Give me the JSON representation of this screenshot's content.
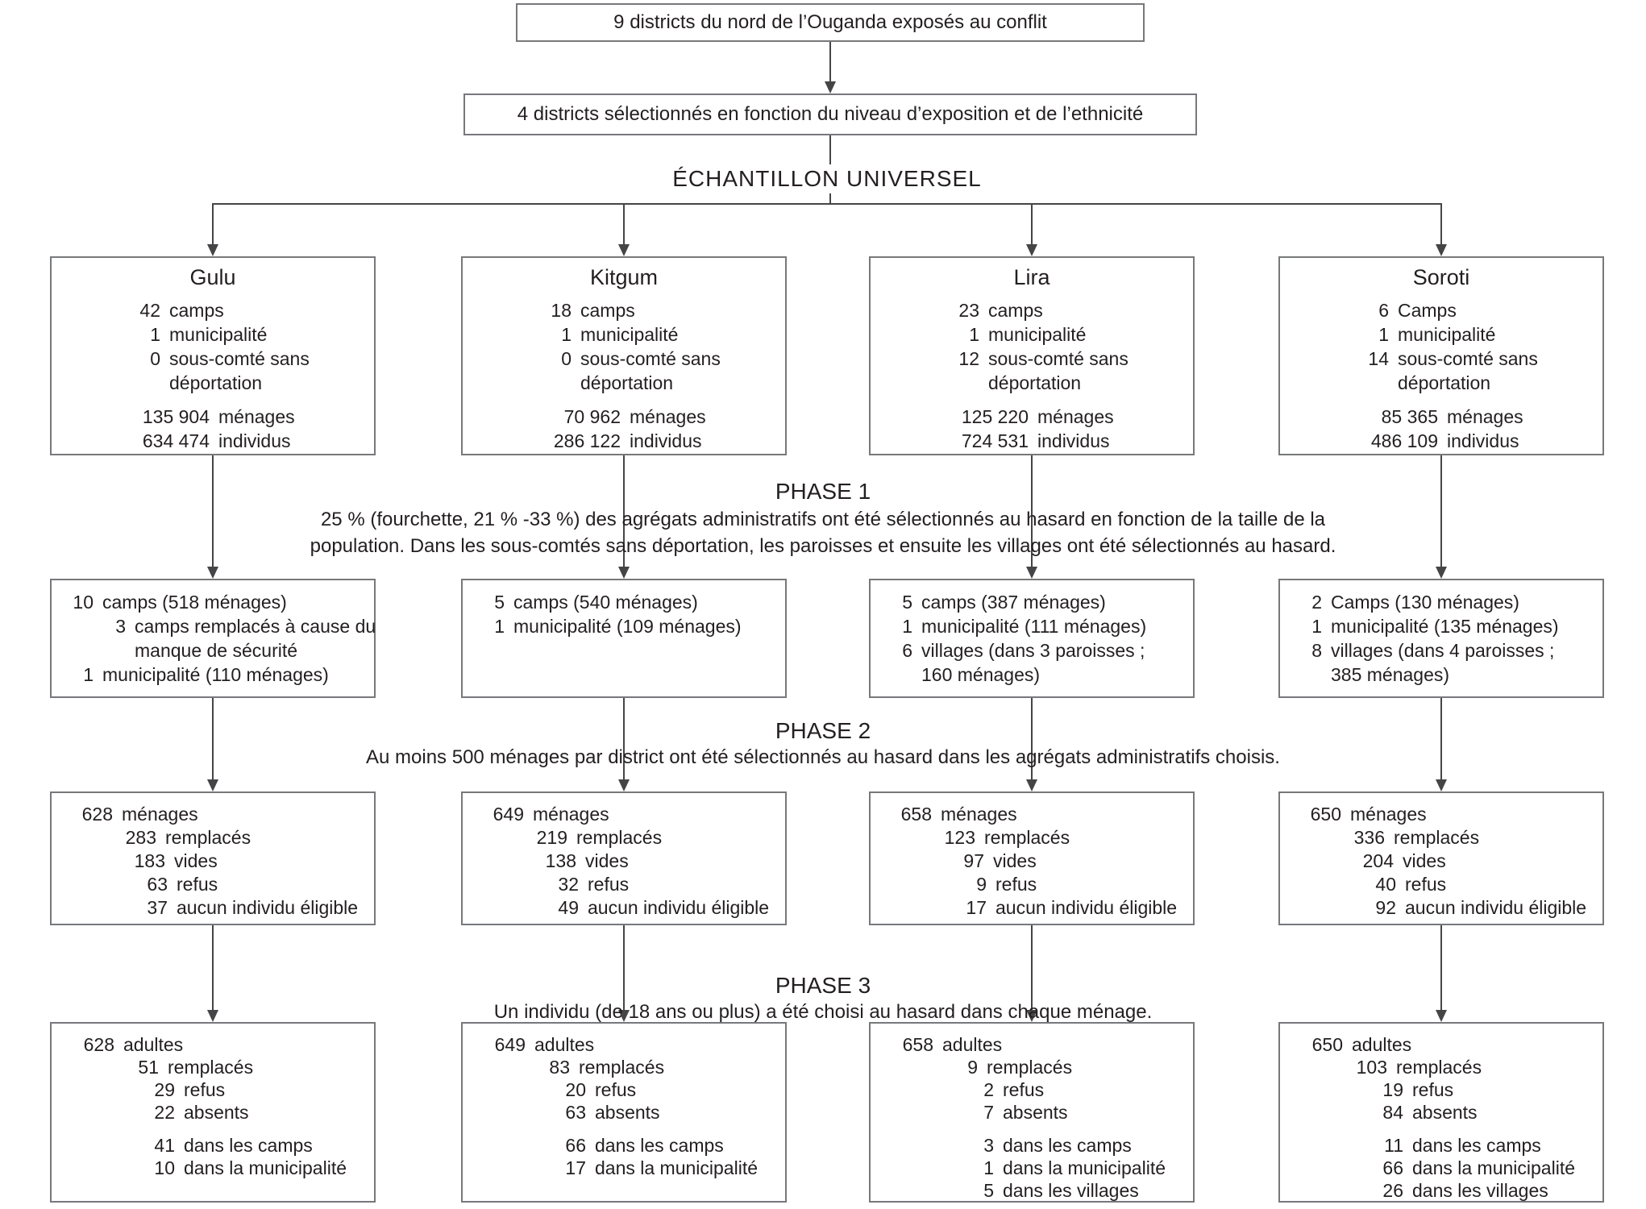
{
  "top": {
    "box1": "9 districts du nord de l’Ouganda exposés au conflit",
    "box2": "4 districts sélectionnés en fonction du niveau d’exposition et de l’ethnicité",
    "universal_label": "ÉCHANTILLON UNIVERSEL"
  },
  "phases": [
    {
      "title": "PHASE 1",
      "lines": [
        "25 % (fourchette, 21 % -33 %) des agrégats administratifs ont été sélectionnés au hasard en fonction de la taille de la",
        "population. Dans les sous-comtés sans déportation, les paroisses et ensuite les villages ont été sélectionnés au hasard."
      ]
    },
    {
      "title": "PHASE 2",
      "lines": [
        "Au moins 500 ménages par district ont été sélectionnés au hasard dans les agrégats administratifs choisis."
      ]
    },
    {
      "title": "PHASE 3",
      "lines": [
        "Un individu (de 18 ans ou plus) a été choisi au hasard dans chaque ménage."
      ]
    }
  ],
  "districts": [
    {
      "name": "Gulu",
      "units": [
        {
          "n": "42",
          "t": "camps",
          "lv": 0
        },
        {
          "n": "1",
          "t": "municipalité",
          "lv": 0
        },
        {
          "n": "0",
          "t": "sous-comté sans",
          "lv": 0
        },
        {
          "t": "déportation",
          "cont": 0
        }
      ],
      "totals": [
        {
          "n": "135 904",
          "t": "ménages",
          "lv": 1
        },
        {
          "n": "634 474",
          "t": "individus",
          "lv": 1
        }
      ],
      "phase1": [
        {
          "n": "10",
          "t": "camps (518 ménages)",
          "lv": 0
        },
        {
          "n": "3",
          "t": "camps remplacés à cause du",
          "lv": 1
        },
        {
          "t": "manque de sécurité",
          "cont": 1
        },
        {
          "n": "1",
          "t": "municipalité (110 ménages)",
          "lv": 0
        }
      ],
      "phase2": [
        {
          "n": "628",
          "t": "ménages",
          "lv": 0
        },
        {
          "n": "283",
          "t": "remplacés",
          "lv": 1
        },
        {
          "n": "183",
          "t": "vides",
          "lv": 2
        },
        {
          "n": "63",
          "t": "refus",
          "lv": 3
        },
        {
          "n": "37",
          "t": "aucun individu éligible",
          "lv": 4
        }
      ],
      "phase3": [
        {
          "n": "628",
          "t": "adultes",
          "lv": 0
        },
        {
          "n": "51",
          "t": "remplacés",
          "lv": 1
        },
        {
          "n": "29",
          "t": "refus",
          "lv": 2
        },
        {
          "n": "22",
          "t": "absents",
          "lv": 2
        },
        {
          "n": "41",
          "t": "dans les camps",
          "lv": 2,
          "gap": true
        },
        {
          "n": "10",
          "t": "dans la municipalité",
          "lv": 2
        }
      ]
    },
    {
      "name": "Kitgum",
      "units": [
        {
          "n": "18",
          "t": "camps",
          "lv": 0
        },
        {
          "n": "1",
          "t": "municipalité",
          "lv": 0
        },
        {
          "n": "0",
          "t": "sous-comté sans",
          "lv": 0
        },
        {
          "t": "déportation",
          "cont": 0
        }
      ],
      "totals": [
        {
          "n": "70 962",
          "t": "ménages",
          "lv": 1
        },
        {
          "n": "286 122",
          "t": "individus",
          "lv": 1
        }
      ],
      "phase1": [
        {
          "n": "5",
          "t": "camps (540 ménages)",
          "lv": 0
        },
        {
          "n": "1",
          "t": "municipalité (109 ménages)",
          "lv": 0
        }
      ],
      "phase2": [
        {
          "n": "649",
          "t": "ménages",
          "lv": 0
        },
        {
          "n": "219",
          "t": "remplacés",
          "lv": 1
        },
        {
          "n": "138",
          "t": "vides",
          "lv": 2
        },
        {
          "n": "32",
          "t": "refus",
          "lv": 3
        },
        {
          "n": "49",
          "t": "aucun individu éligible",
          "lv": 4
        }
      ],
      "phase3": [
        {
          "n": "649",
          "t": "adultes",
          "lv": 0
        },
        {
          "n": "83",
          "t": "remplacés",
          "lv": 1
        },
        {
          "n": "20",
          "t": "refus",
          "lv": 2
        },
        {
          "n": "63",
          "t": "absents",
          "lv": 2
        },
        {
          "n": "66",
          "t": "dans les camps",
          "lv": 2,
          "gap": true
        },
        {
          "n": "17",
          "t": "dans la municipalité",
          "lv": 2
        }
      ]
    },
    {
      "name": "Lira",
      "units": [
        {
          "n": "23",
          "t": "camps",
          "lv": 0
        },
        {
          "n": "1",
          "t": "municipalité",
          "lv": 0
        },
        {
          "n": "12",
          "t": "sous-comté sans",
          "lv": 0
        },
        {
          "t": "déportation",
          "cont": 0
        }
      ],
      "totals": [
        {
          "n": "125 220",
          "t": "ménages",
          "lv": 1
        },
        {
          "n": "724 531",
          "t": "individus",
          "lv": 1
        }
      ],
      "phase1": [
        {
          "n": "5",
          "t": "camps (387 ménages)",
          "lv": 0
        },
        {
          "n": "1",
          "t": "municipalité (111 ménages)",
          "lv": 0
        },
        {
          "n": "6",
          "t": "villages (dans 3 paroisses ;",
          "lv": 0
        },
        {
          "t": "160 ménages)",
          "cont": 0
        }
      ],
      "phase2": [
        {
          "n": "658",
          "t": "ménages",
          "lv": 0
        },
        {
          "n": "123",
          "t": "remplacés",
          "lv": 1
        },
        {
          "n": "97",
          "t": "vides",
          "lv": 2
        },
        {
          "n": "9",
          "t": "refus",
          "lv": 3
        },
        {
          "n": "17",
          "t": "aucun individu éligible",
          "lv": 4
        }
      ],
      "phase3": [
        {
          "n": "658",
          "t": "adultes",
          "lv": 0
        },
        {
          "n": "9",
          "t": "remplacés",
          "lv": 1
        },
        {
          "n": "2",
          "t": "refus",
          "lv": 2
        },
        {
          "n": "7",
          "t": "absents",
          "lv": 2
        },
        {
          "n": "3",
          "t": "dans les camps",
          "lv": 2,
          "gap": true
        },
        {
          "n": "1",
          "t": "dans la municipalité",
          "lv": 2
        },
        {
          "n": "5",
          "t": "dans les villages",
          "lv": 2
        }
      ]
    },
    {
      "name": "Soroti",
      "units": [
        {
          "n": "6",
          "t": "Camps",
          "lv": 0
        },
        {
          "n": "1",
          "t": "municipalité",
          "lv": 0
        },
        {
          "n": "14",
          "t": "sous-comté sans",
          "lv": 0
        },
        {
          "t": "déportation",
          "cont": 0
        }
      ],
      "totals": [
        {
          "n": "85 365",
          "t": "ménages",
          "lv": 1
        },
        {
          "n": "486 109",
          "t": "individus",
          "lv": 1
        }
      ],
      "phase1": [
        {
          "n": "2",
          "t": "Camps (130 ménages)",
          "lv": 0
        },
        {
          "n": "1",
          "t": "municipalité (135 ménages)",
          "lv": 0
        },
        {
          "n": "8",
          "t": "villages (dans 4 paroisses ;",
          "lv": 0
        },
        {
          "t": "385 ménages)",
          "cont": 0
        }
      ],
      "phase2": [
        {
          "n": "650",
          "t": "ménages",
          "lv": 0
        },
        {
          "n": "336",
          "t": "remplacés",
          "lv": 1
        },
        {
          "n": "204",
          "t": "vides",
          "lv": 2
        },
        {
          "n": "40",
          "t": "refus",
          "lv": 3
        },
        {
          "n": "92",
          "t": "aucun individu éligible",
          "lv": 4
        }
      ],
      "phase3": [
        {
          "n": "650",
          "t": "adultes",
          "lv": 0
        },
        {
          "n": "103",
          "t": "remplacés",
          "lv": 1
        },
        {
          "n": "19",
          "t": "refus",
          "lv": 2
        },
        {
          "n": "84",
          "t": "absents",
          "lv": 2
        },
        {
          "n": "11",
          "t": "dans les camps",
          "lv": 2,
          "gap": true
        },
        {
          "n": "66",
          "t": "dans la municipalité",
          "lv": 2
        },
        {
          "n": "26",
          "t": "dans les villages",
          "lv": 2
        }
      ]
    }
  ]
}
